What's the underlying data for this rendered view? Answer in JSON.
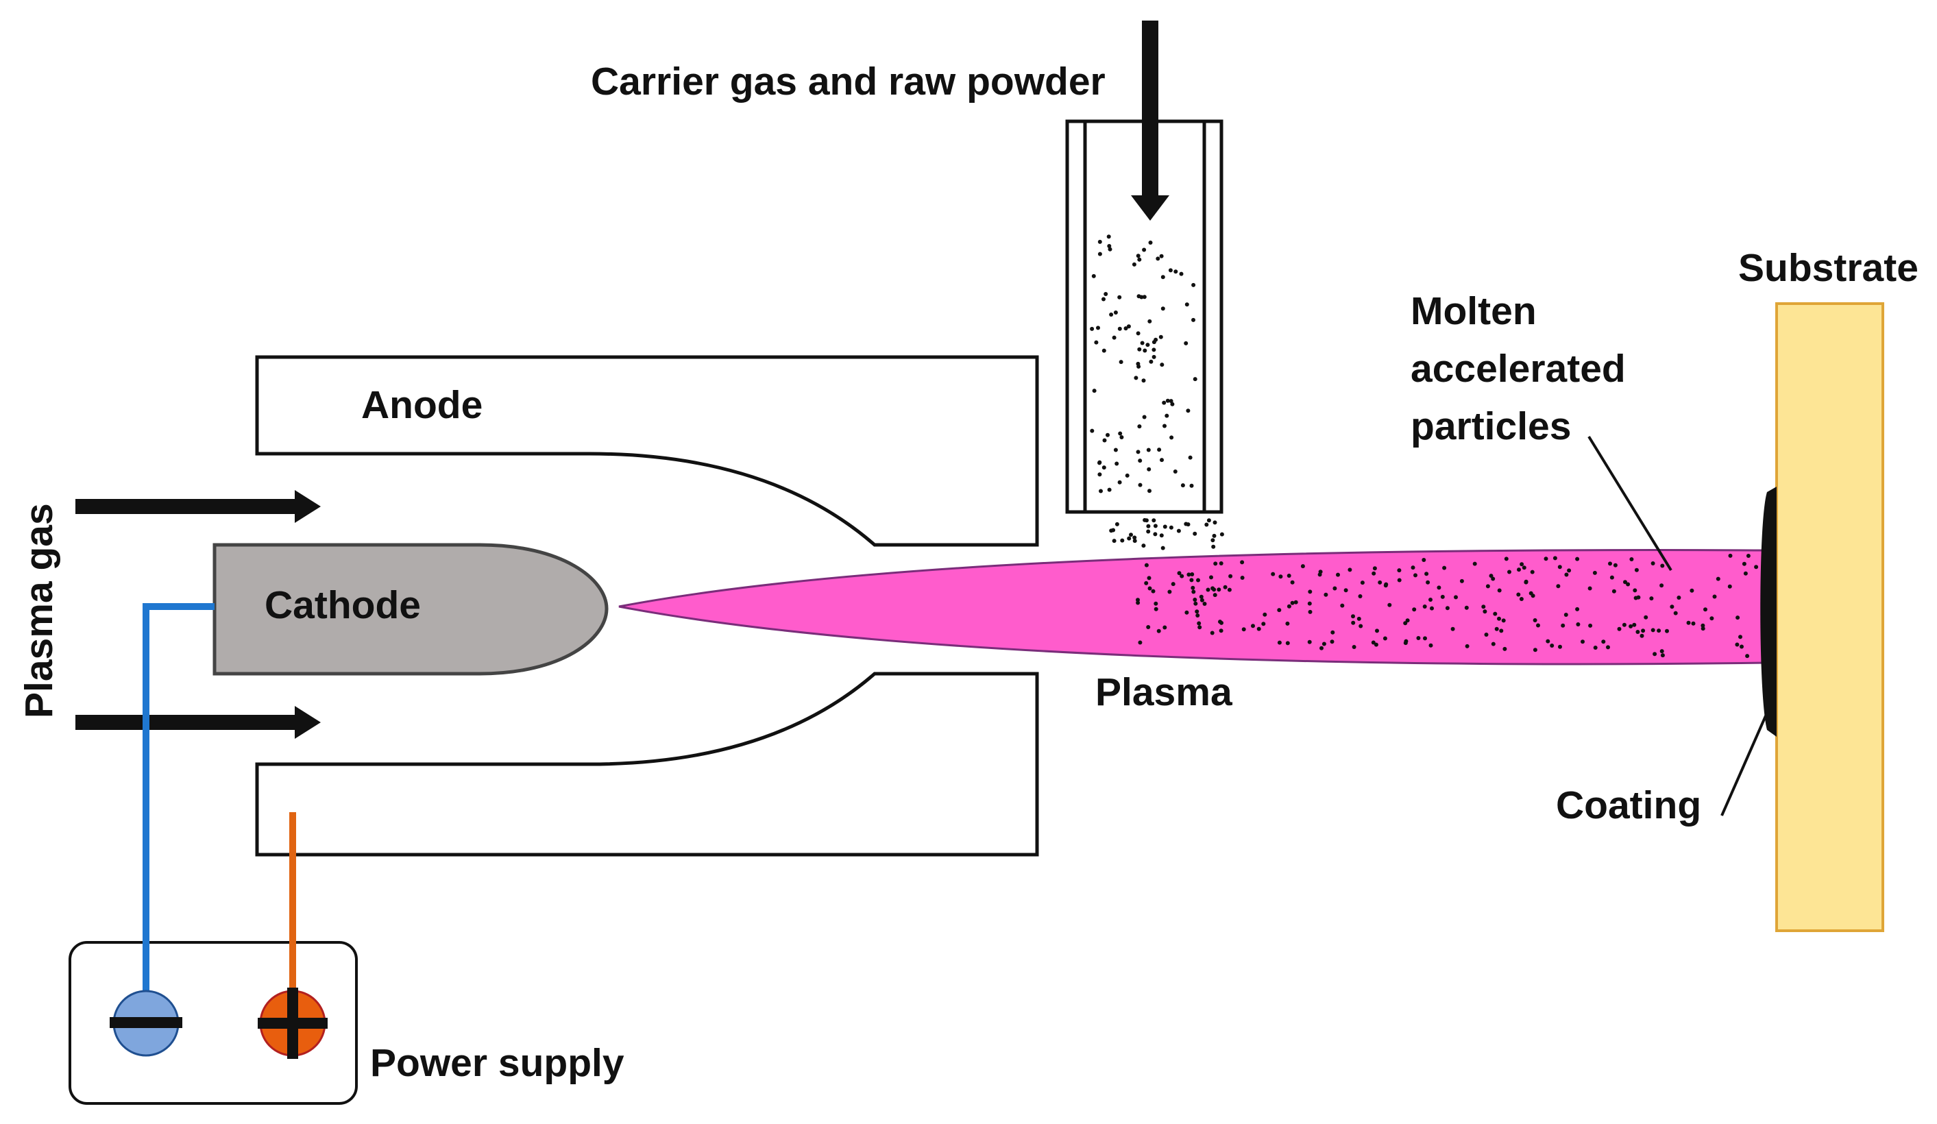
{
  "labels": {
    "carrier": "Carrier gas and raw powder",
    "substrate": "Substrate",
    "molten_line1": "Molten",
    "molten_line2": "accelerated",
    "molten_line3": "particles",
    "anode": "Anode",
    "cathode": "Cathode",
    "plasma_gas": "Plasma gas",
    "plasma": "Plasma",
    "coating": "Coating",
    "power_supply": "Power supply"
  },
  "colors": {
    "plasma": "#ff5ccc",
    "cathode": "#b0acab",
    "substrate": "#fde595",
    "substrate_border": "#dfa537",
    "negative_wire": "#1f77d0",
    "negative_terminal": "#7fa6dd",
    "positive_wire": "#e06412",
    "positive_terminal": "#e85e0e",
    "outline": "#111111"
  },
  "icons": {
    "negative_terminal": "minus-sign",
    "positive_terminal": "plus-sign"
  }
}
